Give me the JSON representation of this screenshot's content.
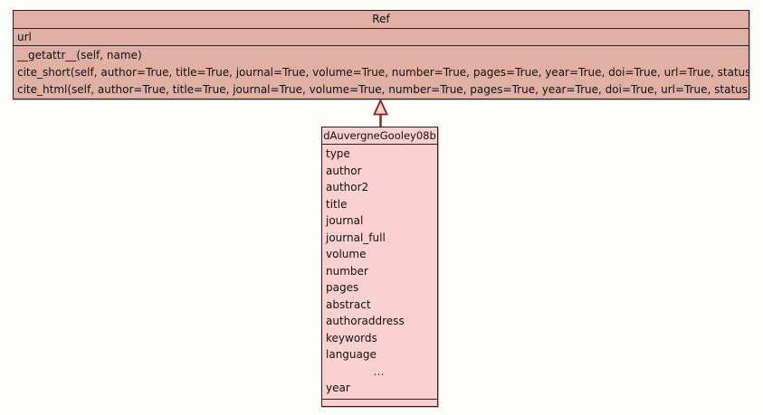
{
  "diagram": {
    "kind": "uml-class-diagram",
    "background_color": "#fdfdfa",
    "relationship_label": "generalization"
  },
  "superclass": {
    "name": "Ref",
    "fill_color": "#e0b0a4",
    "border_color": "#2b2020",
    "attributes": [
      "url"
    ],
    "methods": [
      "__getattr__(self, name)",
      "cite_short(self, author=True, title=True, journal=True, volume=True, number=True, pages=True, year=True, doi=True, url=True, status=True)",
      "cite_html(self, author=True, title=True, journal=True, volume=True, number=True, pages=True, year=True, doi=True, url=True, status=True)"
    ]
  },
  "subclass": {
    "name": "dAuvergneGooley08b",
    "fill_color": "#fbd0d0",
    "border_color": "#2b2020",
    "attributes": [
      "type",
      "author",
      "author2",
      "title",
      "journal",
      "journal_full",
      "volume",
      "number",
      "pages",
      "abstract",
      "authoraddress",
      "keywords",
      "language",
      "…",
      "year"
    ],
    "methods": []
  },
  "connector": {
    "arrow_color": "#8b2020",
    "arrow_fill": "#fbd0d0",
    "type": "hollow-triangle-inheritance"
  }
}
